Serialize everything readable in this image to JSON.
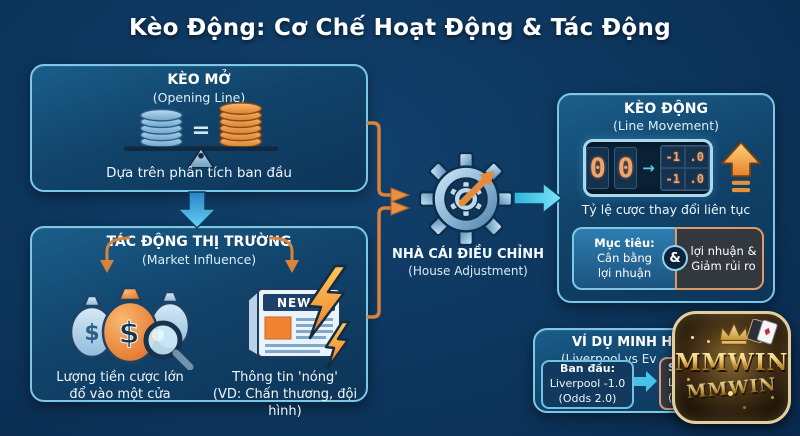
{
  "title": "Kèo Động: Cơ Chế Hoạt Động & Tác Động",
  "colors": {
    "background": "#0c3258",
    "panel_border": "#7cc6e6",
    "accent_orange": "#e8812f",
    "accent_cyan": "#49c2e8",
    "digit_orange": "#f4a469",
    "gold": "#f3cf7a"
  },
  "opening": {
    "title": "KÈO MỞ",
    "subtitle": "(Opening Line)",
    "equals": "=",
    "caption": "Dựa trên phân tích ban đầu"
  },
  "market": {
    "title": "TÁC ĐỘNG THỊ TRƯỜNG",
    "subtitle": "(Market Influence)",
    "dollar": "$",
    "news_label": "NEWS",
    "money_line1": "Lượng tiền cược lớn",
    "money_line2": "đổ vào một cửa",
    "news_line1": "Thông tin 'nóng'",
    "news_line2": "(VD: Chấn thương, đội hình)"
  },
  "adjust": {
    "title": "NHÀ CÁI ĐIỀU CHỈNH",
    "subtitle": "(House Adjustment)"
  },
  "movement": {
    "title": "KÈO ĐỘNG",
    "subtitle": "(Line Movement)",
    "display": {
      "d1": "0",
      "d2": "0",
      "arrow": "→",
      "cells": [
        [
          "-1",
          ".0"
        ],
        [
          "-1",
          ".0"
        ]
      ]
    },
    "caption": "Tỷ lệ cược thay đổi liên tục",
    "goal": {
      "l1": "Mục tiêu:",
      "l2": "Cân bằng",
      "l3": "lợi nhuận",
      "amp": "&",
      "r1": "lợi nhuận &",
      "r2": "Giảm rủi ro"
    }
  },
  "example": {
    "title": "VÍ DỤ MINH H",
    "subtitle": "(Liverpool vs Ev",
    "initial": {
      "label": "Ban đầu:",
      "team": "Liverpool -1.0",
      "odds": "(Odds 2.0)"
    },
    "after": {
      "label": "Sa",
      "team": "Liv",
      "odds": "("
    }
  },
  "brand": {
    "top": "MMWIN",
    "bottom": "MMWIN"
  }
}
